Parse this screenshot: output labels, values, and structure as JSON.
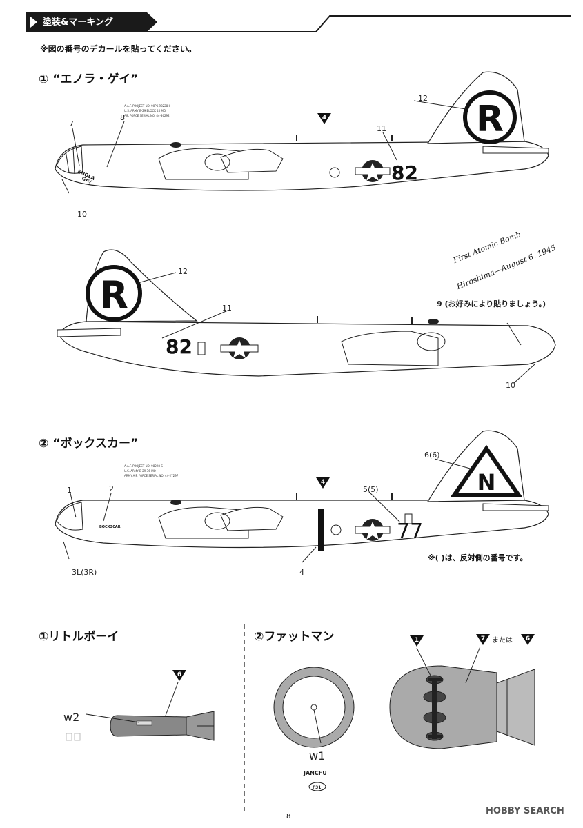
{
  "header": {
    "title": "塗装&マーキング"
  },
  "instructions": {
    "note": "※図の番号のデカールを貼ってください。"
  },
  "aircraft": [
    {
      "title": "① “エノラ・ゲイ”",
      "tail_code": "R",
      "number": "82",
      "side_text_lines": [
        "A.A.F. PROJECT NO. 90PK 98228H",
        "U.S. ARMY B-29 BLOCK 40 MO.",
        "AIR FORCE SERIAL NO. 44-86292"
      ],
      "nose_art": "ENOLA GAY",
      "callouts_left": [
        "7",
        "8",
        "4",
        "11",
        "12",
        "10"
      ],
      "callouts_right": [
        "12",
        "11",
        "9 (お好みにより貼りましょう。)",
        "10"
      ],
      "handwritten_1": "First Atomic Bomb",
      "handwritten_2": "Hiroshima—August 6, 1945"
    },
    {
      "title": "② “ボックスカー”",
      "tail_code": "N",
      "number": "77",
      "side_text_lines": [
        "A.A.F. PROJECT NO. 98228-S",
        "U.S. ARMY B-29-36-MO",
        "ARMY AIR FORCE SERIAL NO. 44-27297"
      ],
      "callouts": [
        "1",
        "2",
        "4",
        "5(5)",
        "6(6)",
        "3L(3R)",
        "4"
      ],
      "footnote": "※( )は、反対側の番号です。"
    }
  ],
  "bombs": {
    "little_boy": {
      "title": "①リトルボーイ",
      "callout_tri": "6",
      "label": "w2"
    },
    "fat_man": {
      "title": "②ファットマン",
      "callout_a": "1",
      "callout_b": "7",
      "or_text": "または",
      "callout_c": "6",
      "label": "w1",
      "stencil_1": "JANCFU",
      "stencil_2": "F31"
    }
  },
  "footer": {
    "page": "8",
    "watermark": "HOBBY SEARCH"
  }
}
